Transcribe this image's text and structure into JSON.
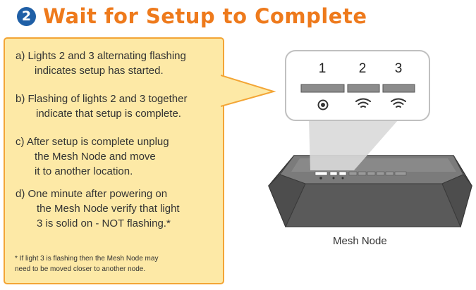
{
  "header": {
    "step_number": "2",
    "title": "Wait for Setup to Complete"
  },
  "instructions": {
    "a": [
      "a) Lights 2 and 3 alternating flashing",
      "indicates setup has started."
    ],
    "b": [
      "b) Flashing of lights 2 and 3 together",
      "indicate that setup is complete."
    ],
    "c": [
      "c) After setup is complete unplug",
      "the Mesh Node and move",
      "it to another location."
    ],
    "d": [
      "d) One minute after powering on",
      "the Mesh Node verify that light",
      "3 is solid on - NOT flashing.*"
    ],
    "footnote": [
      "* If light 3 is flashing then the Mesh Node may",
      "need to be moved closer to another  node."
    ]
  },
  "device": {
    "light_labels": [
      "1",
      "2",
      "3"
    ],
    "light_icons": [
      "power-icon",
      "wifi-icon",
      "wifi-icon"
    ],
    "caption": "Mesh Node"
  },
  "colors": {
    "title": "#ee7a1c",
    "step_circle": "#1f5fa6",
    "callout_fill": "#fde9a6",
    "callout_border": "#f3a535",
    "device_body": "#636363"
  }
}
